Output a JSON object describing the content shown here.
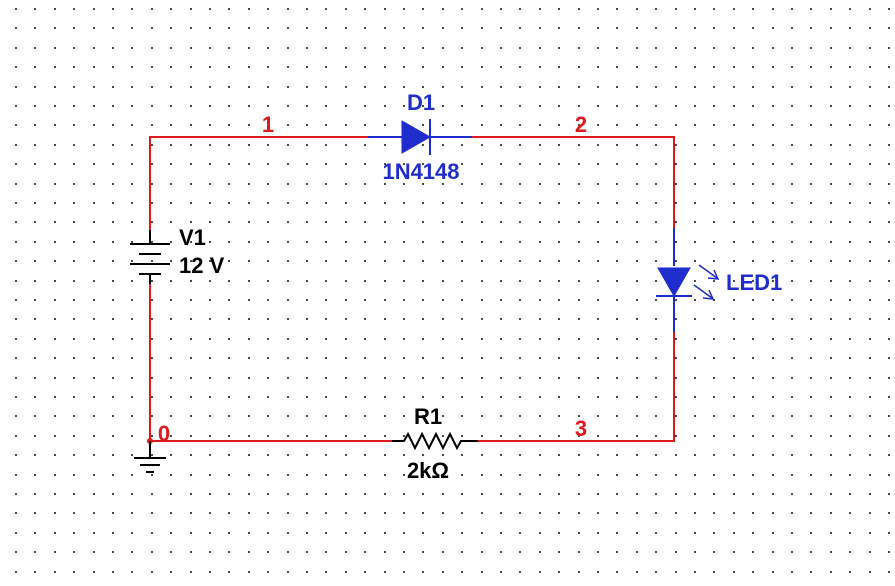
{
  "colors": {
    "wire": "#e0191c",
    "diode": "#1f2dcc",
    "component": "#000000",
    "grid_dot": "#4a4a4a",
    "background": "#ffffff"
  },
  "components": {
    "source": {
      "name": "V1",
      "value": "12 V"
    },
    "diode": {
      "name": "D1",
      "model": "1N4148"
    },
    "led": {
      "name": "LED1"
    },
    "resistor": {
      "name": "R1",
      "value": "2kΩ"
    }
  },
  "nets": {
    "net0": "0",
    "net1": "1",
    "net2": "2",
    "net3": "3"
  }
}
